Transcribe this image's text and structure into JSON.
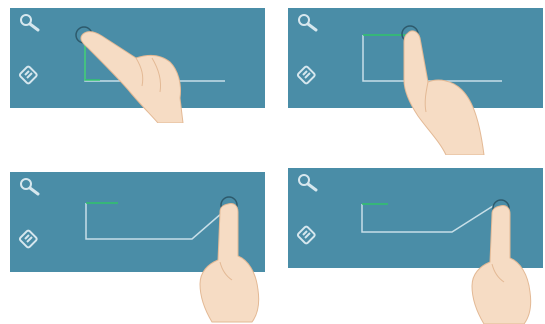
{
  "colors": {
    "panel": "#4a8da7",
    "path_line": "#c8dfe8",
    "path_drawn": "#2fc46a",
    "icon": "#d6e7ee",
    "hand_skin": "#f6dcc4",
    "hand_shadow": "#e3b995"
  },
  "frames": [
    {
      "id": "frame-1",
      "step": 1
    },
    {
      "id": "frame-2",
      "step": 2
    },
    {
      "id": "frame-3",
      "step": 3
    },
    {
      "id": "frame-4",
      "step": 4
    }
  ],
  "icons": [
    "search-icon",
    "erase-icon",
    "hand-pointer-icon",
    "touch-ring-icon"
  ]
}
